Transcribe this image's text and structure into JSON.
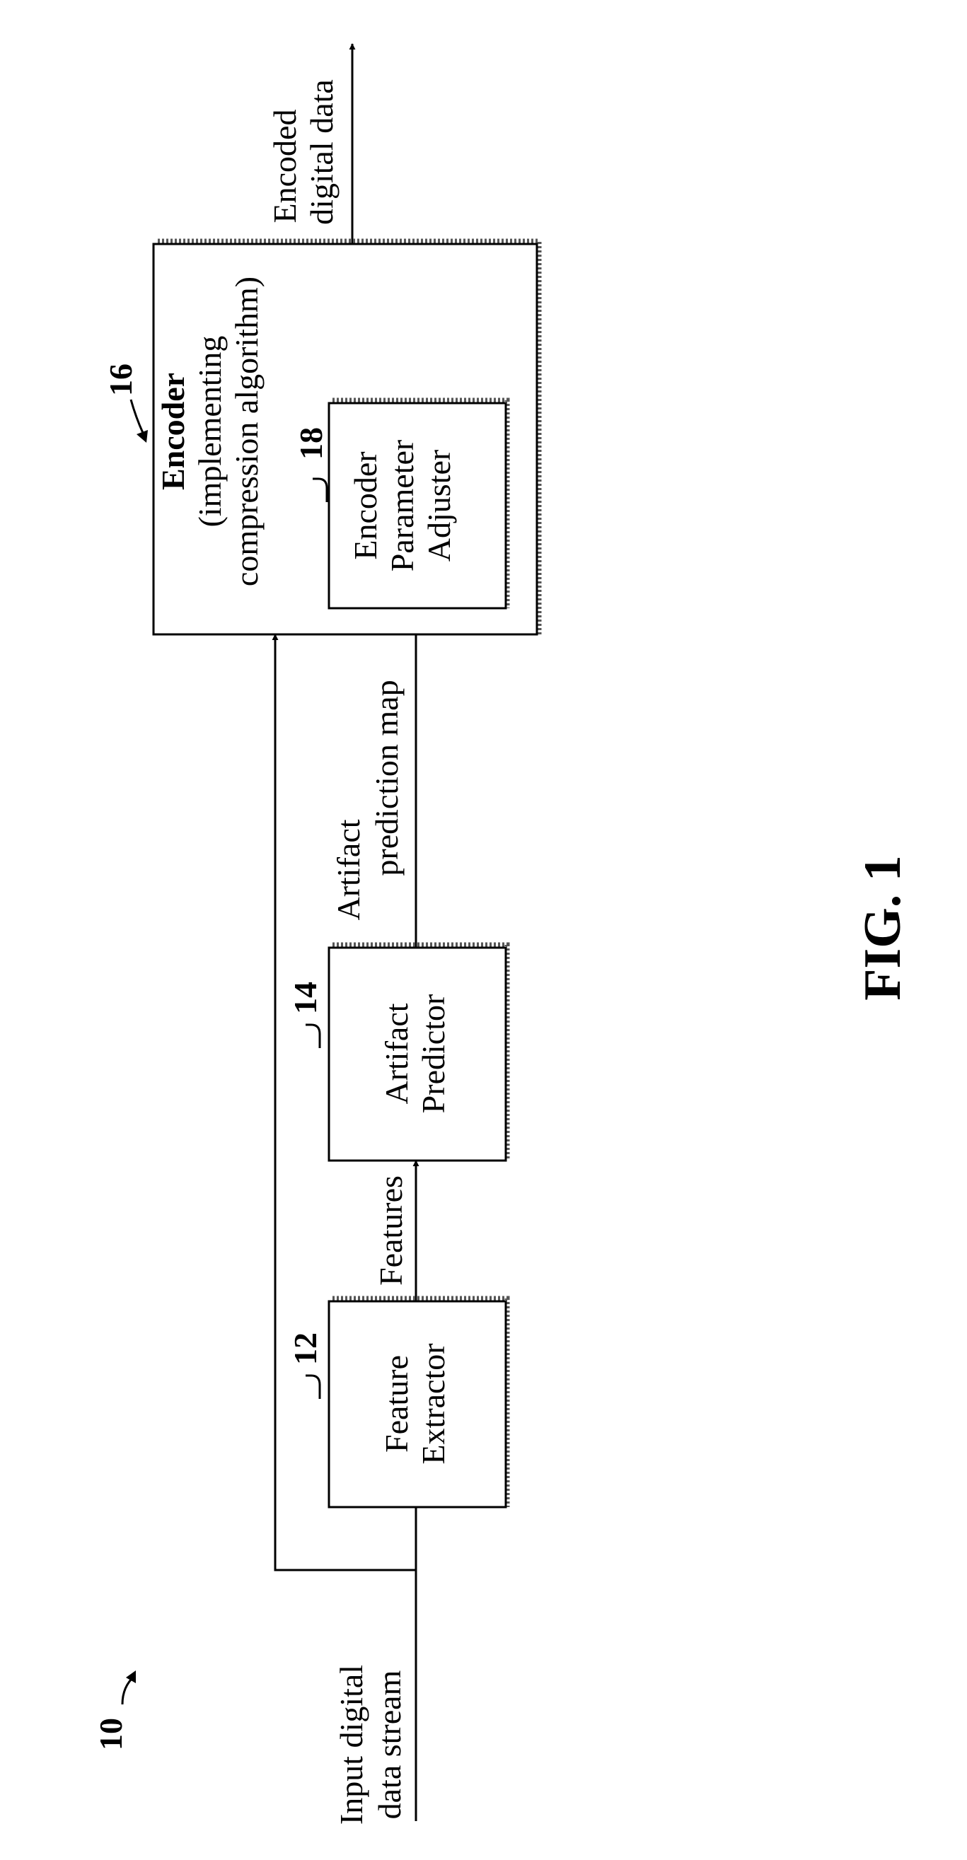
{
  "figure": {
    "label": "FIG. 1",
    "system_ref": "10"
  },
  "blocks": {
    "feature_extractor": {
      "ref": "12",
      "line1": "Feature",
      "line2": "Extractor"
    },
    "artifact_predictor": {
      "ref": "14",
      "line1": "Artifact",
      "line2": "Predictor"
    },
    "encoder": {
      "ref": "16",
      "title": "Encoder",
      "line1": "(implementing",
      "line2": "compression algorithm)"
    },
    "encoder_parameter_adjuster": {
      "ref": "18",
      "line1": "Encoder",
      "line2": "Parameter",
      "line3": "Adjuster"
    }
  },
  "signals": {
    "input": {
      "line1": "Input digital",
      "line2": "data stream"
    },
    "features": {
      "line1": "Features"
    },
    "artifact_map": {
      "line1": "Artifact",
      "line2": "prediction map"
    },
    "output": {
      "line1": "Encoded",
      "line2": "digital data"
    }
  }
}
